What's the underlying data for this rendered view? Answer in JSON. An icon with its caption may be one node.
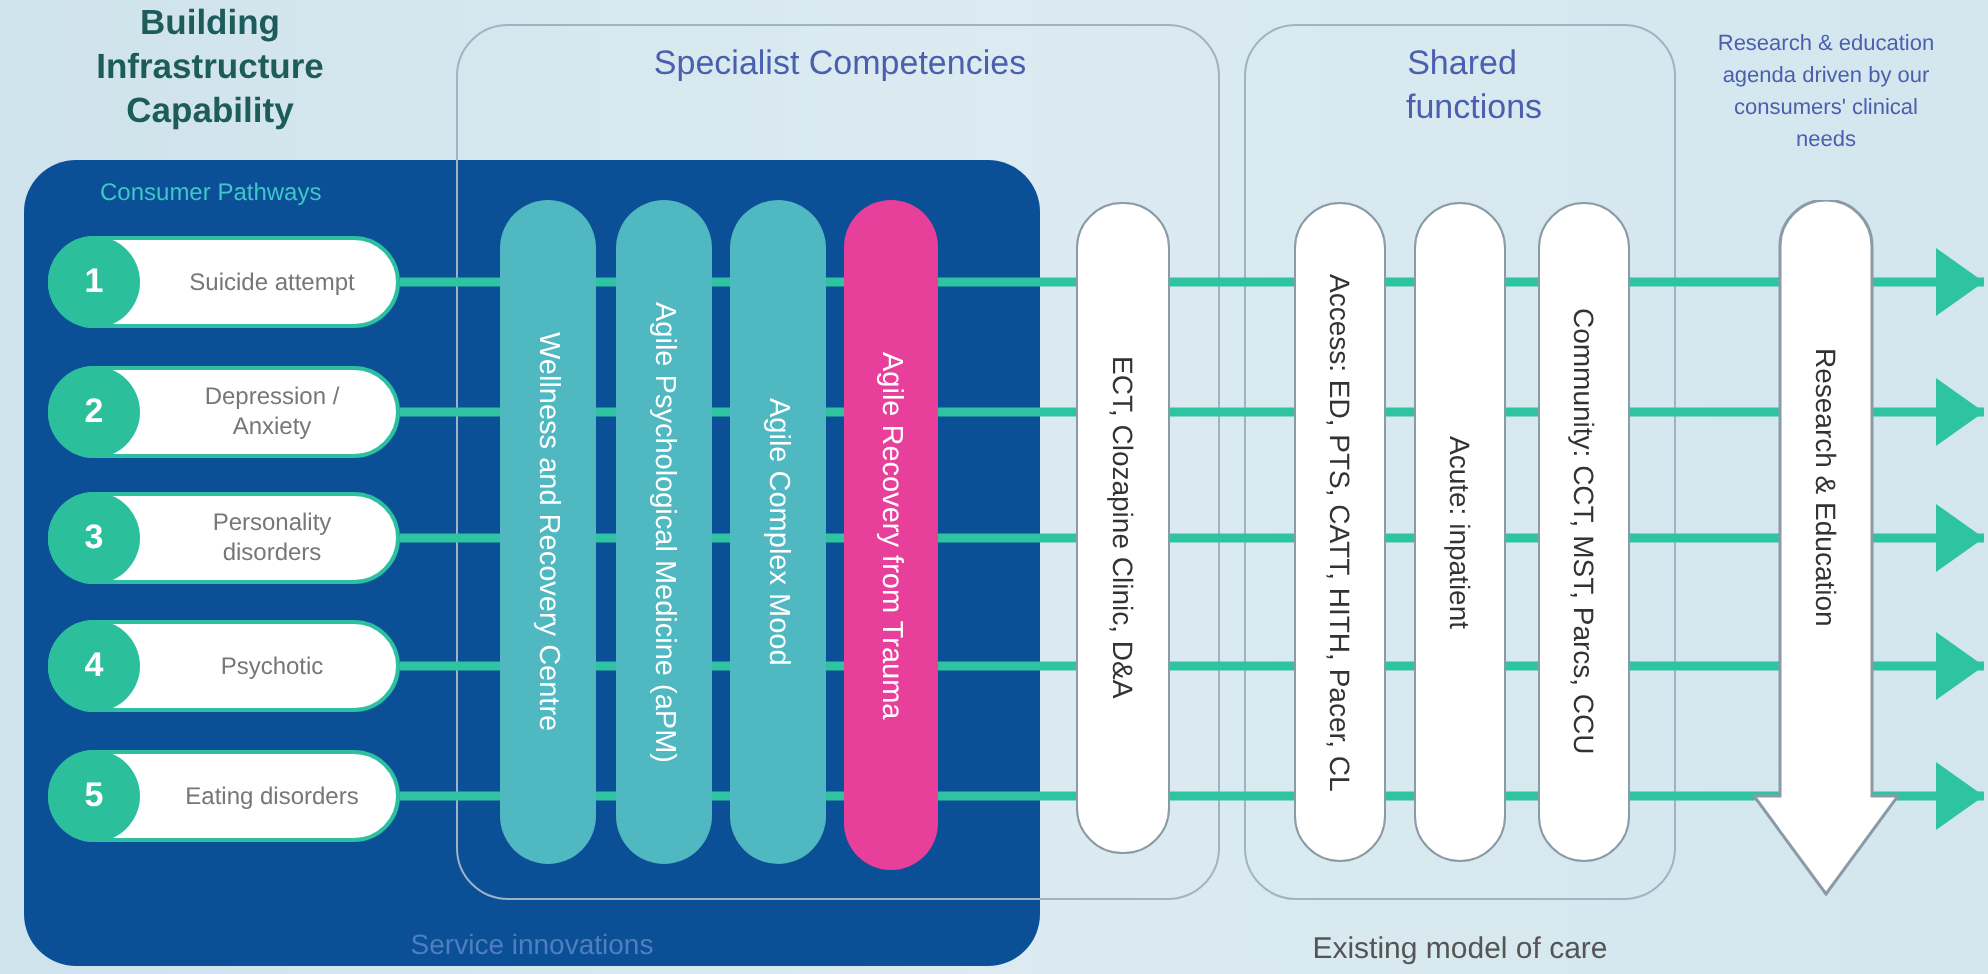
{
  "diagram": {
    "nodes": [
      {
        "text": [
          "Building Infrastructure Capability",
          "Consumer Pathways",
          "Service innovations"
        ]
      },
      {
        "text": [
          "Specialist Competencies"
        ]
      },
      {
        "text": [
          "Shared functions"
        ]
      },
      {
        "text": [
          "1",
          "Suicide attempt"
        ],
        "in": 0
      },
      {
        "text": [
          "2",
          "Depression / Anxiety"
        ],
        "in": 0
      },
      {
        "text": [
          "3",
          "Personality disorders"
        ],
        "in": 0
      },
      {
        "text": [
          "4",
          "Psychotic"
        ],
        "in": 0
      },
      {
        "text": [
          "5",
          "Eating disorders"
        ],
        "in": 0
      },
      {
        "text": [
          "Wellness and Recovery Centre"
        ]
      },
      {
        "text": [
          "Agile Psychological Medicine (aPM)"
        ]
      },
      {
        "text": [
          "Agile Complex Mood"
        ]
      },
      {
        "text": [
          "Agile Recovery from Trauma"
        ]
      },
      {
        "text": [
          "ECT, Clozapine Clinic, D&A"
        ],
        "in": 1
      },
      {
        "text": [
          "Access: ED, PTS, CATT, HITH, Pacer, CL"
        ],
        "in": 2
      },
      {
        "text": [
          "Acute: inpatient"
        ],
        "in": 2
      },
      {
        "text": [
          "Community: CCT, MST, Parcs, CCU"
        ],
        "in": 2
      },
      {
        "text": [
          "Research & Education"
        ],
        "beside": [
          "Research & education agenda driven by our consumers' clinical needs"
        ]
      }
    ],
    "edges": [
      {
        "from": 3,
        "to": null,
        "arrow": "to"
      },
      {
        "from": 4,
        "to": null,
        "arrow": "to"
      },
      {
        "from": 5,
        "to": null,
        "arrow": "to"
      },
      {
        "from": 6,
        "to": null,
        "arrow": "to"
      },
      {
        "from": 7,
        "to": null,
        "arrow": "to"
      }
    ],
    "labels": [
      "Existing model of care"
    ]
  }
}
